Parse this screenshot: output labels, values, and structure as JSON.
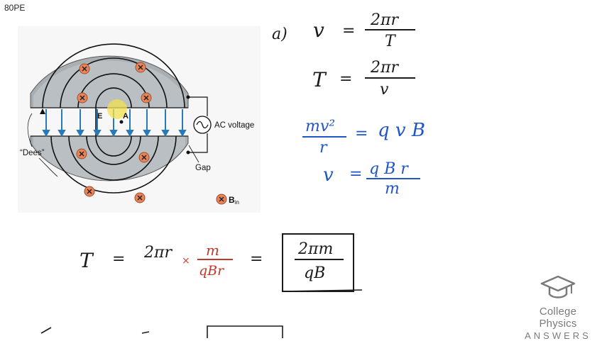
{
  "problem_id": "80PE",
  "figure": {
    "ac_voltage_label": "AC voltage",
    "dees_label": "“Dees”",
    "gap_label": "Gap",
    "e_label": "E",
    "a_label": "A",
    "b_label": "B",
    "b_subscript": "in"
  },
  "notes": {
    "part_label": "a)",
    "eq1": {
      "lhs": "v",
      "eq": "=",
      "num": "2πr",
      "den": "T"
    },
    "eq2": {
      "lhs": "T",
      "eq": "=",
      "num": "2πr",
      "den": "v"
    },
    "eq3": {
      "lhs_num": "mv²",
      "lhs_den": "r",
      "eq": "=",
      "rhs": "q v B"
    },
    "eq4": {
      "lhs": "v",
      "eq": "=",
      "num": "q B r",
      "den": "m"
    },
    "eq5": {
      "lhs": "T",
      "eq": "=",
      "term": "2πr",
      "times": "×",
      "frac_num": "m",
      "frac_den": "qBr",
      "eq2": "=",
      "ans_num": "2πm",
      "ans_den": "qB"
    }
  },
  "colors": {
    "black": "#1a1a1a",
    "blue": "#1f55c8",
    "red": "#c0392b",
    "dee": "#a8aeb1",
    "field": "#2a79b8",
    "marker": "#e8845a"
  },
  "logo": {
    "line1": "College Physics",
    "line2": "ANSWERS",
    "icon": "graduation-cap-icon"
  }
}
